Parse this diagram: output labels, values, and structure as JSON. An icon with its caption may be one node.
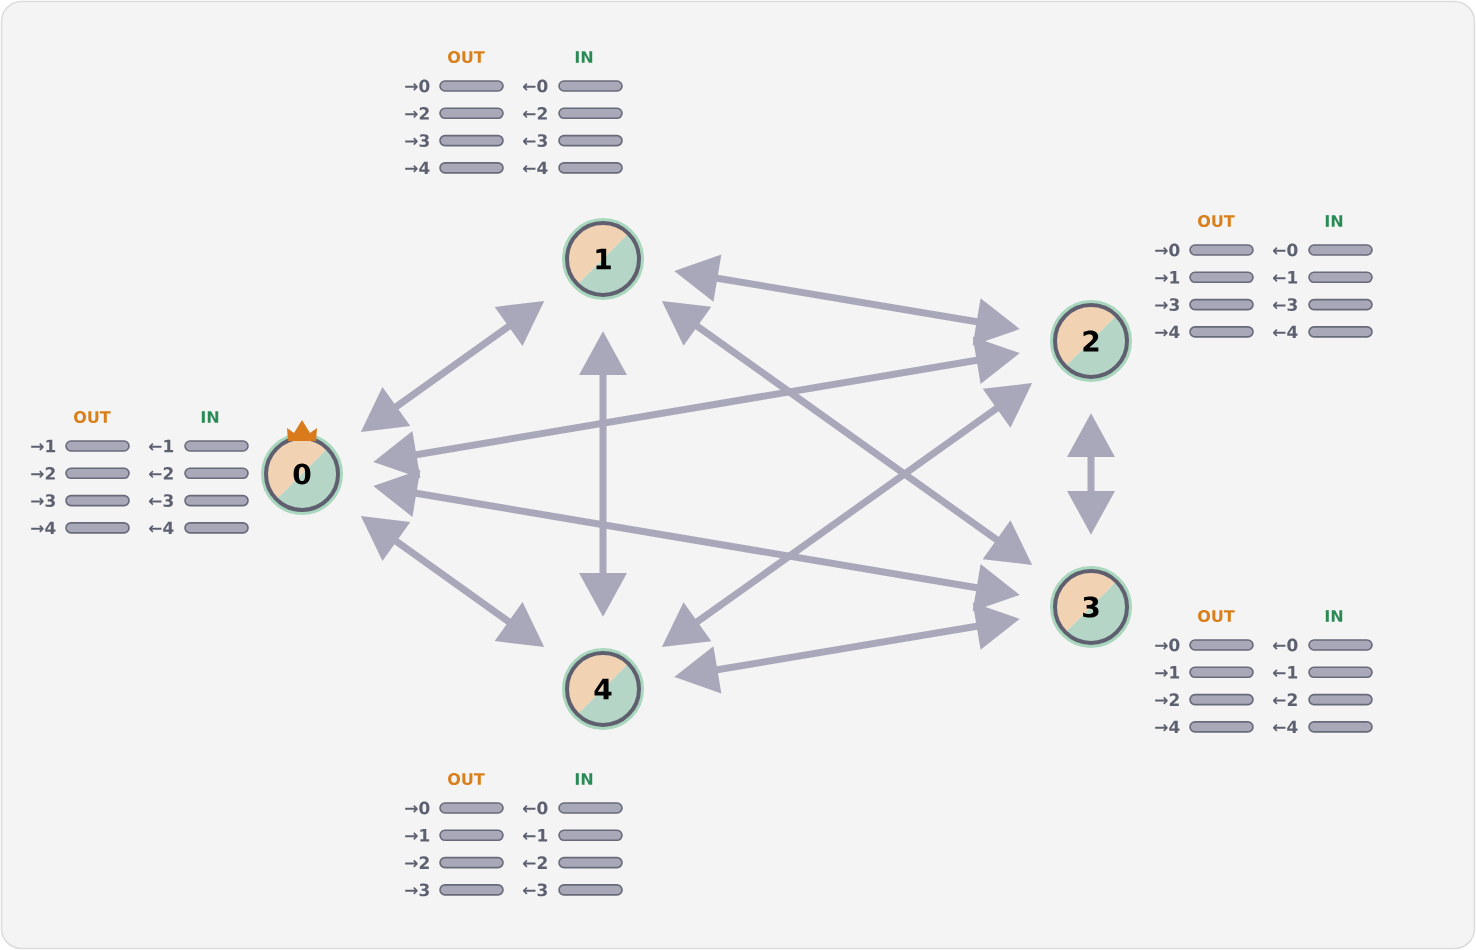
{
  "diagram": {
    "nodes": [
      {
        "text": [
          "0"
        ],
        "beside": [
          "OUT",
          "IN",
          "→1",
          "←1",
          "→2",
          "←2",
          "→3",
          "←3",
          "→4",
          "←4"
        ]
      },
      {
        "text": [
          "1"
        ],
        "beside": [
          "OUT",
          "IN",
          "→0",
          "←0",
          "→2",
          "←2",
          "→3",
          "←3",
          "→4",
          "←4"
        ]
      },
      {
        "text": [
          "2"
        ],
        "beside": [
          "OUT",
          "IN",
          "→0",
          "←0",
          "→1",
          "←1",
          "→3",
          "←3",
          "→4",
          "←4"
        ]
      },
      {
        "text": [
          "3"
        ],
        "beside": [
          "OUT",
          "IN",
          "→0",
          "←0",
          "→1",
          "←1",
          "→2",
          "←2",
          "→4",
          "←4"
        ]
      },
      {
        "text": [
          "4"
        ],
        "beside": [
          "OUT",
          "IN",
          "→0",
          "←0",
          "→1",
          "←1",
          "→2",
          "←2",
          "→3",
          "←3"
        ]
      }
    ],
    "edges": [
      {
        "from": 0,
        "to": 1,
        "arrow": "both"
      },
      {
        "from": 0,
        "to": 2,
        "arrow": "both"
      },
      {
        "from": 0,
        "to": 3,
        "arrow": "both"
      },
      {
        "from": 0,
        "to": 4,
        "arrow": "both"
      },
      {
        "from": 1,
        "to": 2,
        "arrow": "both"
      },
      {
        "from": 1,
        "to": 3,
        "arrow": "both"
      },
      {
        "from": 1,
        "to": 4,
        "arrow": "both"
      },
      {
        "from": 2,
        "to": 3,
        "arrow": "both"
      },
      {
        "from": 2,
        "to": 4,
        "arrow": "both"
      },
      {
        "from": 3,
        "to": 4,
        "arrow": "both"
      }
    ]
  }
}
